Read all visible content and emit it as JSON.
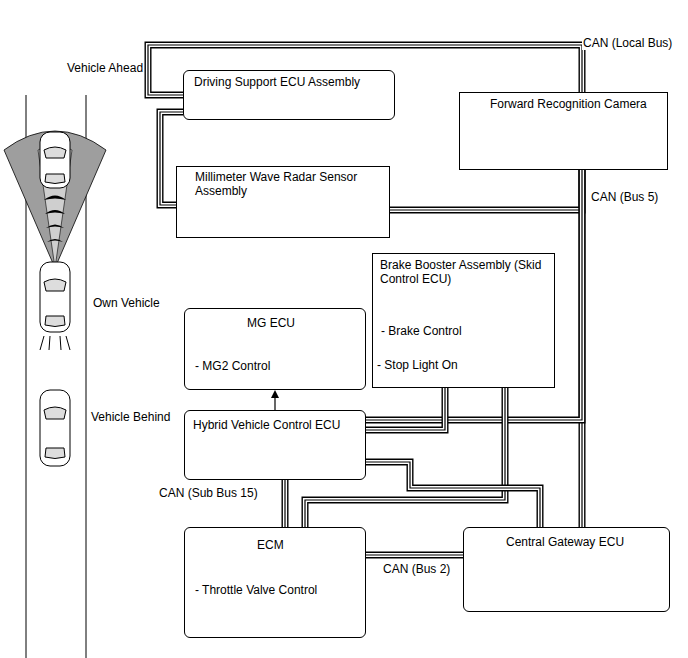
{
  "diagram": {
    "nodes": [
      {
        "text": [
          "Driving Support ECU Assembly"
        ]
      },
      {
        "text": [
          "Forward Recognition Camera"
        ]
      },
      {
        "text": [
          "Millimeter Wave Radar Sensor Assembly"
        ]
      },
      {
        "text": [
          "Brake Booster Assembly (Skid Control ECU)",
          "- Brake Control",
          "- Stop Light On"
        ]
      },
      {
        "text": [
          "MG ECU",
          "- MG2 Control"
        ]
      },
      {
        "text": [
          "Hybrid Vehicle Control ECU"
        ]
      },
      {
        "text": [
          "ECM",
          "- Throttle Valve Control"
        ]
      },
      {
        "text": [
          "Central Gateway ECU"
        ]
      }
    ],
    "edges": [
      {
        "from": 0,
        "to": 1,
        "arrow": "none"
      },
      {
        "from": 0,
        "to": 2,
        "arrow": "none"
      },
      {
        "from": 2,
        "to": 1,
        "arrow": "none"
      },
      {
        "from": 1,
        "to": 7,
        "arrow": "none"
      },
      {
        "from": 5,
        "to": 1,
        "arrow": "none"
      },
      {
        "from": 3,
        "to": 5,
        "arrow": "none"
      },
      {
        "from": 3,
        "to": 6,
        "arrow": "none"
      },
      {
        "from": 5,
        "to": 7,
        "arrow": "none"
      },
      {
        "from": 5,
        "to": 6,
        "arrow": "none"
      },
      {
        "from": 6,
        "to": 7,
        "arrow": "none"
      },
      {
        "from": 5,
        "to": 4,
        "arrow": "to"
      }
    ],
    "labels": [
      "CAN (Local Bus)",
      "CAN (Bus 5)",
      "CAN (Sub Bus 15)",
      "CAN (Bus 2)",
      "Vehicle Ahead",
      "Own Vehicle",
      "Vehicle Behind"
    ]
  }
}
